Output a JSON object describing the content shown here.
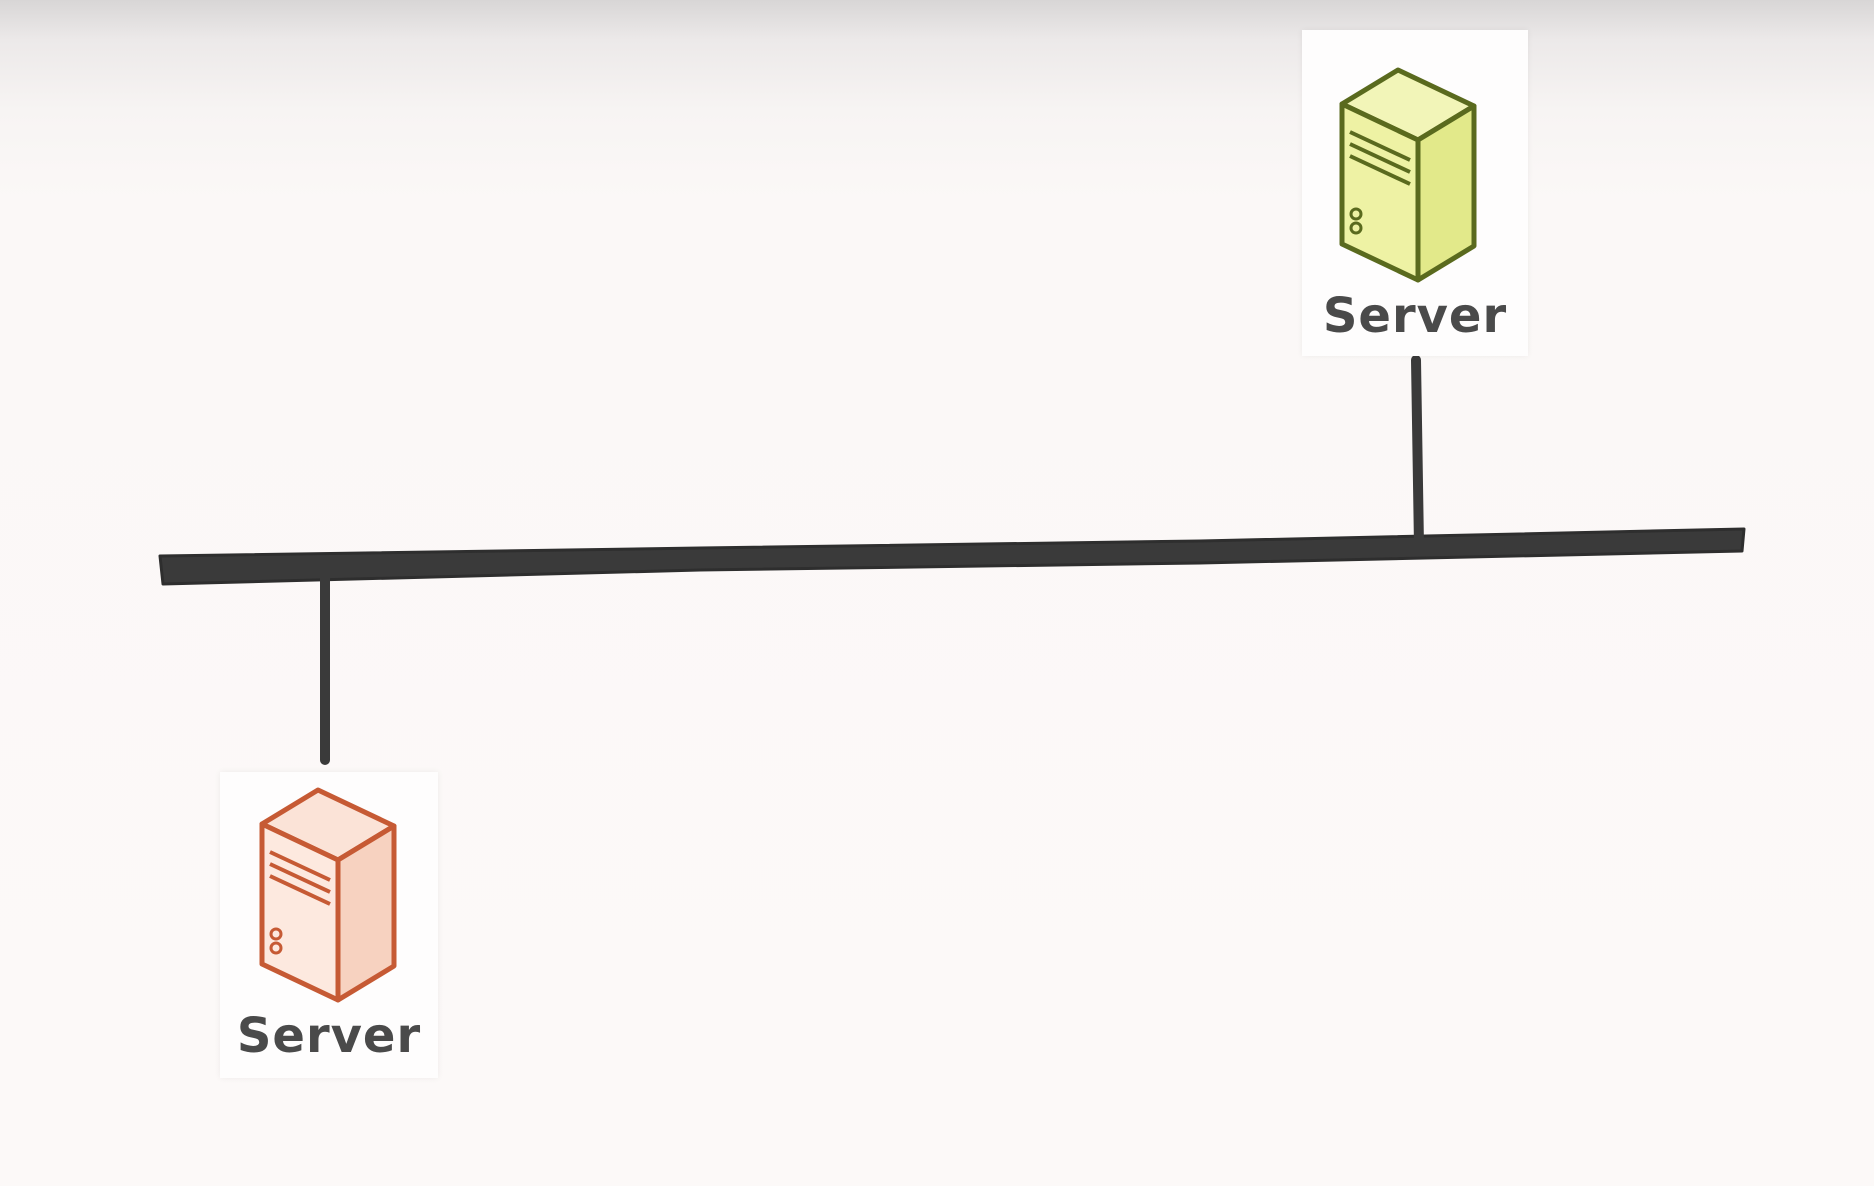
{
  "diagram": {
    "bus_color": "#3a3a3a",
    "nodes": [
      {
        "id": "server-top",
        "label": "Server",
        "icon": "server-icon",
        "accent_color": "#e8ef9a",
        "stroke_color": "#5a6a1e"
      },
      {
        "id": "server-bottom",
        "label": "Server",
        "icon": "server-icon",
        "accent_color": "#f6d2c2",
        "stroke_color": "#c65a34"
      }
    ]
  }
}
